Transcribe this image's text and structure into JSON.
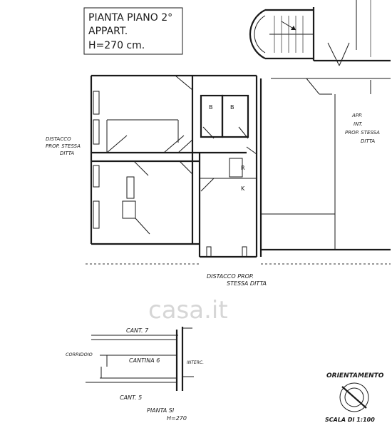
{
  "title_block": {
    "line1": "PIANTA PIANO 2°",
    "line2": "APPART.",
    "line3": "H=270 cm."
  },
  "labels": {
    "distacco_left_1": "DISTACCO",
    "distacco_left_2": "PROP. STESSA",
    "distacco_left_3": "DITTA",
    "distacco_bottom_1": "DISTACCO PROP.",
    "distacco_bottom_2": "STESSA DITTA",
    "app_int_1": "APP.",
    "app_int_2": "INT.",
    "app_int_3": "PROP. STESSA",
    "app_int_4": "DITTA",
    "room_b1": "B",
    "room_b2": "B",
    "room_r": "R",
    "room_k": "K"
  },
  "cellar": {
    "cant7": "CANT. 7",
    "corridoio": "CORRIDOIO",
    "cantina6": "CANTINA 6",
    "interc": "INTERC.",
    "cant5": "CANT. 5",
    "pianta_si": "PIANTA SI",
    "h_value": "H=270"
  },
  "orientation": {
    "title": "ORIENTAMENTO",
    "scale": "SCALA DI 1:100"
  },
  "watermark": "casa.it"
}
